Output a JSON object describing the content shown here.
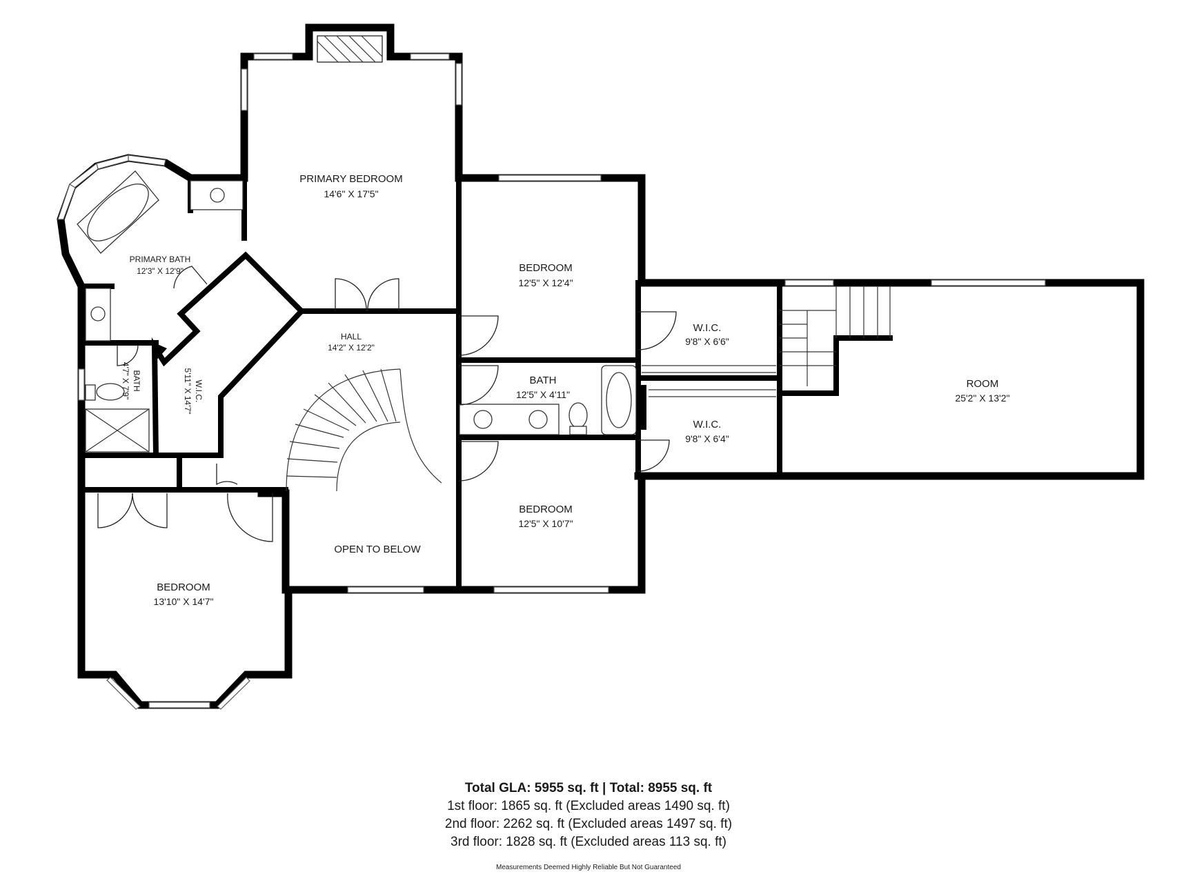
{
  "rooms": {
    "primary_bedroom": {
      "name": "PRIMARY BEDROOM",
      "dims": "14'6\" X 17'5\""
    },
    "primary_bath": {
      "name": "PRIMARY BATH",
      "dims": "12'3\" X 12'9\""
    },
    "bedroom_ne": {
      "name": "BEDROOM",
      "dims": "12'5\" X 12'4\""
    },
    "wic_upper": {
      "name": "W.I.C.",
      "dims": "9'8\" X 6'6\""
    },
    "room": {
      "name": "ROOM",
      "dims": "25'2\" X 13'2\""
    },
    "hall": {
      "name": "HALL",
      "dims": "14'2\" X 12'2\""
    },
    "bath": {
      "name": "BATH",
      "dims": "12'5\" X 4'11\""
    },
    "wic_lower": {
      "name": "W.I.C.",
      "dims": "9'8\" X 6'4\""
    },
    "bath_small": {
      "name": "BATH",
      "dims": "4'7\" X 7'9\""
    },
    "wic_left": {
      "name": "W.I.C.",
      "dims": "5'11\" X 14'7\""
    },
    "bedroom_se": {
      "name": "BEDROOM",
      "dims": "12'5\" X 10'7\""
    },
    "open_to_below": {
      "name": "OPEN TO BELOW"
    },
    "bedroom_sw": {
      "name": "BEDROOM",
      "dims": "13'10\" X 14'7\""
    }
  },
  "summary": {
    "total": "Total GLA: 5955 sq. ft | Total: 8955 sq. ft",
    "floors": [
      "1st floor: 1865 sq. ft (Excluded areas 1490 sq. ft)",
      "2nd floor: 2262 sq. ft (Excluded areas 1497 sq. ft)",
      "3rd floor: 1828 sq. ft (Excluded areas 113 sq. ft)"
    ],
    "disclaimer": "Measurements Deemed Highly Reliable But Not Guaranteed"
  }
}
